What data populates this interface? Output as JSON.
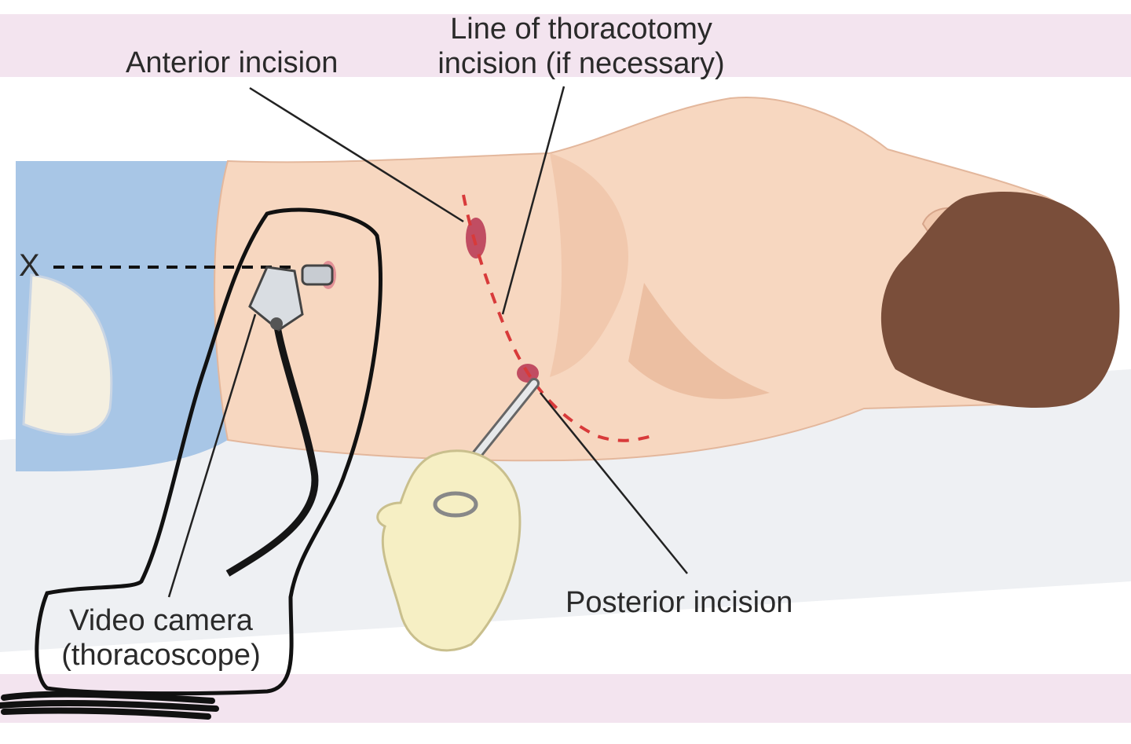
{
  "colors": {
    "band": "#f3e4ef",
    "skin": "#f7d7c0",
    "skin_shadow": "#e9b89c",
    "drape": "#a8c6e6",
    "hair": "#7a4e3a",
    "glove": "#f6efc4",
    "incision": "#b32a4a",
    "dash_red": "#d83a3a",
    "outline": "#111111"
  },
  "labels": {
    "anterior_incision": "Anterior incision",
    "thoracotomy_line_1": "Line of thoracotomy",
    "thoracotomy_line_2": "incision (if necessary)",
    "posterior_incision": "Posterior incision",
    "camera_line_1": "Video camera",
    "camera_line_2": "(thoracoscope)",
    "x_marker": "X"
  }
}
